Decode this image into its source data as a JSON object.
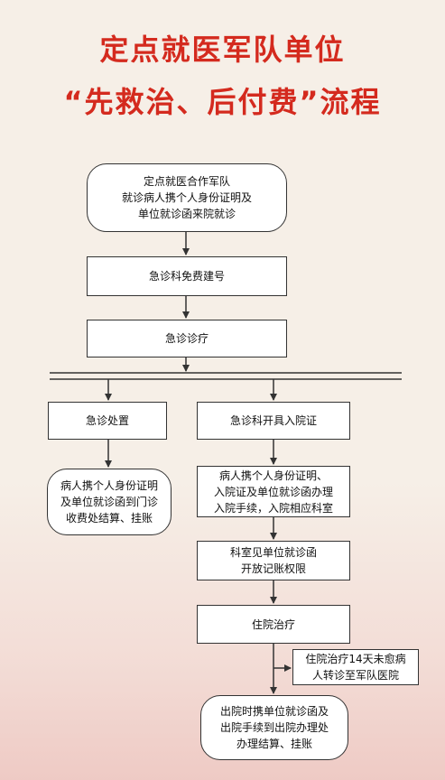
{
  "title": {
    "line1": "定点就医军队单位",
    "line2": "“先救治、后付费”流程"
  },
  "steps": {
    "start": "定点就医合作军队\n就诊病人携个人身份证明及\n单位就诊函来院就诊",
    "emergency_register": "急诊科免费建号",
    "emergency_treat": "急诊诊疗",
    "emergency_handle": "急诊处置",
    "outpatient_settle": "病人携个人身份证明\n及单位就诊函到门诊\n收费处结算、挂账",
    "admission_cert": "急诊科开具入院证",
    "admission_proc": "病人携个人身份证明、\n入院证及单位就诊函办理\n入院手续，入院相应科室",
    "dept_credit": "科室见单位就诊函\n开放记账权限",
    "inpatient": "住院治疗",
    "transfer": "住院治疗14天未愈病\n人转诊至军队医院",
    "discharge": "出院时携单位就诊函及\n出院手续到出院办理处\n办理结算、挂账"
  },
  "colors": {
    "title": "#d42a1e",
    "line": "#333333",
    "background": "#f6efe7"
  }
}
